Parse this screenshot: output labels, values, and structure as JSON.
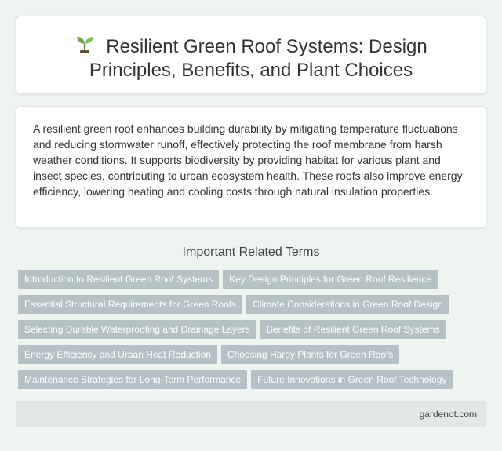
{
  "header": {
    "icon": "sprout-icon",
    "title_line1": "Resilient Green Roof Systems: Design",
    "title_line2": "Principles, Benefits, and Plant Choices"
  },
  "intro": {
    "text": "A resilient green roof enhances building durability by mitigating temperature fluctuations and reducing stormwater runoff, effectively protecting the roof membrane from harsh weather conditions. It supports biodiversity by providing habitat for various plant and insect species, contributing to urban ecosystem health. These roofs also improve energy efficiency, lowering heating and cooling costs through natural insulation properties."
  },
  "related": {
    "heading": "Important Related Terms",
    "tags": [
      "Introduction to Resilient Green Roof Systems",
      "Key Design Principles for Green Roof Resilience",
      "Essential Structural Requirements for Green Roofs",
      "Climate Considerations in Green Roof Design",
      "Selecting Durable Waterproofing and Drainage Layers",
      "Benefits of Resilient Green Roof Systems",
      "Energy Efficiency and Urban Heat Reduction",
      "Choosing Hardy Plants for Green Roofs",
      "Maintenance Strategies for Long-Term Performance",
      "Future Innovations in Green Roof Technology"
    ]
  },
  "footer": {
    "site": "gardenot.com"
  },
  "colors": {
    "background": "#eef5f1",
    "tag_bg": "#b4c2c5",
    "leaf": "#6aa84f",
    "pot": "#6b4a2b"
  }
}
